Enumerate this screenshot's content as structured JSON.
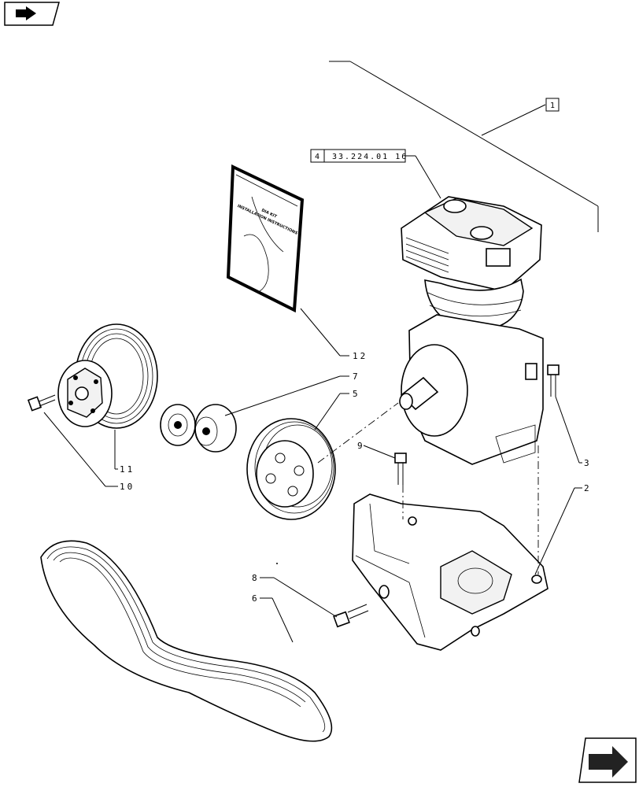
{
  "nav": {
    "top_icon": "prev-page-arrow-icon",
    "bottom_icon": "next-page-arrow-icon"
  },
  "labels": {
    "assembly_ref": "1",
    "doc_ref_index": "4",
    "doc_ref_code": "33.224.01 16",
    "book_title": "DIA KIT",
    "book_subtitle": "INSTALLATION INSTRUCTIONS"
  },
  "callouts": [
    "12",
    "7",
    "5",
    "11",
    "10",
    "9",
    "3",
    "2",
    "8",
    "6"
  ]
}
